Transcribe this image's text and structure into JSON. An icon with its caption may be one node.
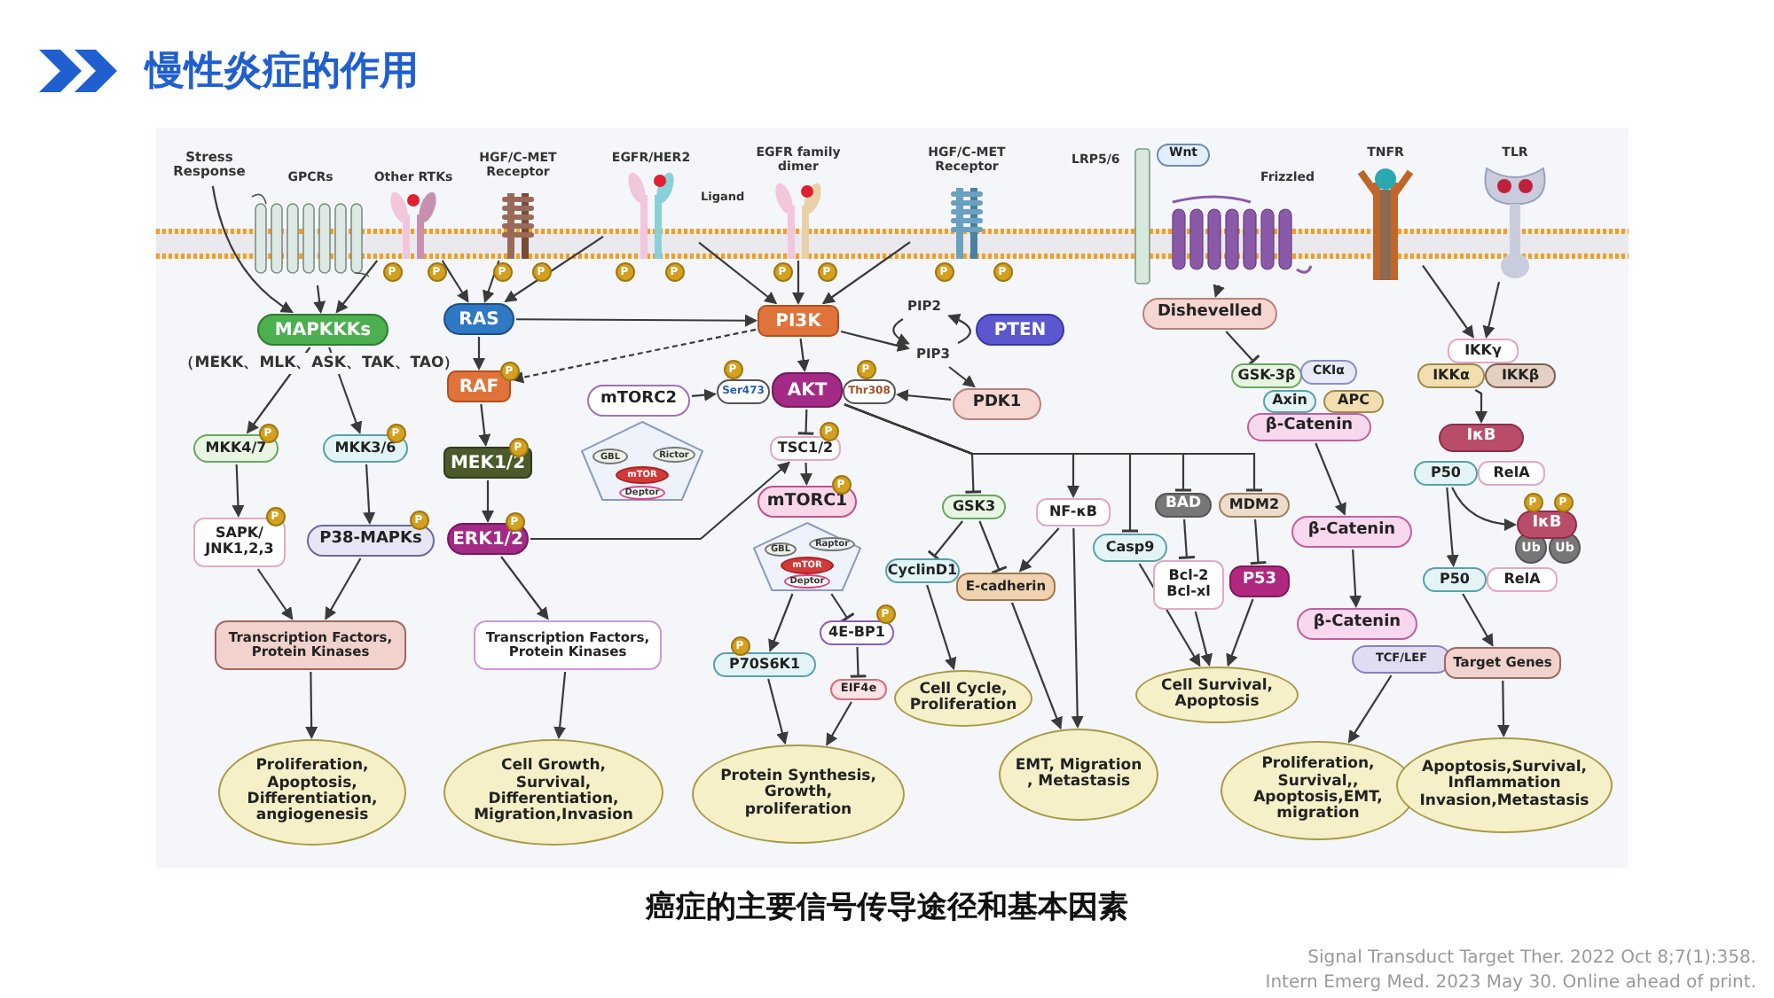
{
  "diagram": {
    "title": "慢性炎症的作用",
    "caption": "癌症的主要信号传导途径和基本因素",
    "nodes": [
      {
        "text": [
          "Stress Response"
        ]
      },
      {
        "text": [
          "GPCRs"
        ]
      },
      {
        "text": [
          "Other RTKs"
        ],
        "beside": [
          "P",
          "P"
        ]
      },
      {
        "text": [
          "HGF/C-MET Receptor"
        ],
        "beside": [
          "P",
          "P"
        ]
      },
      {
        "text": [
          "EGFR/HER2"
        ],
        "beside": [
          "Ligand",
          "P",
          "P"
        ]
      },
      {
        "text": [
          "EGFR family dimer"
        ],
        "beside": [
          "P",
          "P"
        ]
      },
      {
        "text": [
          "HGF/C-MET Receptor"
        ],
        "beside": [
          "P",
          "P"
        ]
      },
      {
        "text": [
          "LRP5/6"
        ]
      },
      {
        "text": [
          "Wnt"
        ]
      },
      {
        "text": [
          "Frizzled"
        ]
      },
      {
        "text": [
          "TNFR"
        ]
      },
      {
        "text": [
          "TLR"
        ]
      },
      {
        "text": [
          "MAPKKKs"
        ]
      },
      {
        "text": [
          "RAS"
        ]
      },
      {
        "text": [
          "PI3K"
        ]
      },
      {
        "text": [
          "PIP2"
        ]
      },
      {
        "text": [
          "PIP3"
        ]
      },
      {
        "text": [
          "PTEN"
        ]
      },
      {
        "text": [
          "RAF"
        ],
        "beside": [
          "P"
        ]
      },
      {
        "text": [
          "mTORC2"
        ]
      },
      {
        "text": [
          "GBL",
          "Rictor",
          "mTOR",
          "Deptor"
        ]
      },
      {
        "text": [
          "Ser473"
        ],
        "beside": [
          "P"
        ]
      },
      {
        "text": [
          "AKT"
        ]
      },
      {
        "text": [
          "Thr308"
        ],
        "beside": [
          "P"
        ]
      },
      {
        "text": [
          "PDK1"
        ]
      },
      {
        "text": [
          "MKK4/7"
        ],
        "beside": [
          "P"
        ]
      },
      {
        "text": [
          "MKK3/6"
        ],
        "beside": [
          "P"
        ]
      },
      {
        "text": [
          "MEK1/2"
        ],
        "beside": [
          "P"
        ]
      },
      {
        "text": [
          "TSC1/2"
        ],
        "beside": [
          "P"
        ]
      },
      {
        "text": [
          "SAPK/ JNK1,2,3"
        ],
        "beside": [
          "P"
        ]
      },
      {
        "text": [
          "P38-MAPKs"
        ],
        "beside": [
          "P"
        ]
      },
      {
        "text": [
          "ERK1/2"
        ],
        "beside": [
          "P"
        ]
      },
      {
        "text": [
          "mTORC1"
        ],
        "beside": [
          "P"
        ]
      },
      {
        "text": [
          "Raptor",
          "GBL",
          "mTOR",
          "Deptor"
        ]
      },
      {
        "text": [
          "GSK3"
        ]
      },
      {
        "text": [
          "NF-κB"
        ]
      },
      {
        "text": [
          "BAD"
        ]
      },
      {
        "text": [
          "MDM2"
        ]
      },
      {
        "text": [
          "Casp9"
        ]
      },
      {
        "text": [
          "CyclinD1"
        ]
      },
      {
        "text": [
          "E-cadherin"
        ]
      },
      {
        "text": [
          "Bcl-2 Bcl-xl"
        ]
      },
      {
        "text": [
          "P53"
        ]
      },
      {
        "text": [
          "4E-BP1"
        ],
        "beside": [
          "P"
        ]
      },
      {
        "text": [
          "P70S6K1"
        ],
        "beside": [
          "P"
        ]
      },
      {
        "text": [
          "EIF4e"
        ]
      },
      {
        "text": [
          "Transcription Factors, Protein Kinases"
        ]
      },
      {
        "text": [
          "Transcription Factors, Protein Kinases"
        ]
      },
      {
        "text": [
          "Cell Cycle, Proliferation"
        ]
      },
      {
        "text": [
          "Cell Survival, Apoptosis"
        ]
      },
      {
        "text": [
          "Proliferation, Apoptosis, Differentiation, angiogenesis"
        ]
      },
      {
        "text": [
          "Cell Growth, Survival, Differentiation, Migration,Invasion"
        ]
      },
      {
        "text": [
          "Protein Synthesis, Growth, proliferation"
        ]
      },
      {
        "text": [
          "EMT, Migration , Metastasis"
        ]
      },
      {
        "text": [
          "Proliferation, Survival,, Apoptosis,EMT, migration"
        ]
      },
      {
        "text": [
          "Apoptosis,Survival, Inflammation Invasion,Metastasis"
        ]
      },
      {
        "text": [
          "Dishevelled"
        ]
      },
      {
        "text": [
          "GSK-3β"
        ]
      },
      {
        "text": [
          "CKIα"
        ]
      },
      {
        "text": [
          "Axin"
        ]
      },
      {
        "text": [
          "APC"
        ]
      },
      {
        "text": [
          "β-Catenin"
        ]
      },
      {
        "text": [
          "β-Catenin"
        ]
      },
      {
        "text": [
          "β-Catenin"
        ]
      },
      {
        "text": [
          "TCF/LEF"
        ]
      },
      {
        "text": [
          "IKKγ"
        ]
      },
      {
        "text": [
          "IKKα"
        ]
      },
      {
        "text": [
          "IKKβ"
        ]
      },
      {
        "text": [
          "IκB"
        ]
      },
      {
        "text": [
          "P50"
        ]
      },
      {
        "text": [
          "RelA"
        ]
      },
      {
        "text": [
          "IκB"
        ],
        "beside": [
          "P",
          "P",
          "Ub",
          "Ub"
        ]
      },
      {
        "text": [
          "P50"
        ]
      },
      {
        "text": [
          "RelA"
        ]
      },
      {
        "text": [
          "Target Genes"
        ]
      }
    ],
    "edges": [
      {
        "from": 0,
        "to": 12,
        "arrow": "to"
      },
      {
        "from": 1,
        "to": 12,
        "arrow": "to"
      },
      {
        "from": 2,
        "to": 12,
        "arrow": "to"
      },
      {
        "from": 2,
        "to": 13,
        "arrow": "to"
      },
      {
        "from": 3,
        "to": 13,
        "arrow": "to"
      },
      {
        "from": 4,
        "to": 13,
        "arrow": "to"
      },
      {
        "from": 4,
        "to": 14,
        "arrow": "to"
      },
      {
        "from": 5,
        "to": 14,
        "arrow": "to"
      },
      {
        "from": 6,
        "to": 14,
        "arrow": "to"
      },
      {
        "from": 13,
        "to": 14,
        "arrow": "to"
      },
      {
        "from": 13,
        "to": 18,
        "arrow": "to"
      },
      {
        "from": 14,
        "to": 18,
        "arrow": "to",
        "style": "dashed"
      },
      {
        "from": 14,
        "to": 16,
        "arrow": "to"
      },
      {
        "from": 15,
        "to": 16,
        "arrow": "to"
      },
      {
        "from": 16,
        "to": 15,
        "arrow": "to"
      },
      {
        "from": 16,
        "to": 24,
        "arrow": "to"
      },
      {
        "from": 14,
        "to": 22,
        "arrow": "to"
      },
      {
        "from": 24,
        "to": 23,
        "arrow": "to"
      },
      {
        "from": 19,
        "to": 21,
        "arrow": "to"
      },
      {
        "from": 22,
        "to": 28,
        "arrow": "other"
      },
      {
        "from": 28,
        "to": 32,
        "arrow": "to"
      },
      {
        "from": 31,
        "to": 28,
        "arrow": "to"
      },
      {
        "from": 12,
        "to": 25,
        "arrow": "to"
      },
      {
        "from": 12,
        "to": 26,
        "arrow": "to"
      },
      {
        "from": 25,
        "to": 29,
        "arrow": "to"
      },
      {
        "from": 26,
        "to": 30,
        "arrow": "to"
      },
      {
        "from": 29,
        "to": 46,
        "arrow": "to"
      },
      {
        "from": 30,
        "to": 46,
        "arrow": "to"
      },
      {
        "from": 46,
        "to": 50,
        "arrow": "to"
      },
      {
        "from": 18,
        "to": 27,
        "arrow": "to"
      },
      {
        "from": 27,
        "to": 31,
        "arrow": "to"
      },
      {
        "from": 31,
        "to": 47,
        "arrow": "to"
      },
      {
        "from": 47,
        "to": 51,
        "arrow": "to"
      },
      {
        "from": 33,
        "to": 44,
        "arrow": "to"
      },
      {
        "from": 33,
        "to": 43,
        "arrow": "other"
      },
      {
        "from": 43,
        "to": 45,
        "arrow": "other"
      },
      {
        "from": 44,
        "to": 52,
        "arrow": "to"
      },
      {
        "from": 45,
        "to": 52,
        "arrow": "to"
      },
      {
        "from": 22,
        "to": 34,
        "arrow": "other"
      },
      {
        "from": 22,
        "to": 35,
        "arrow": "to"
      },
      {
        "from": 22,
        "to": 38,
        "arrow": "other"
      },
      {
        "from": 22,
        "to": 36,
        "arrow": "other"
      },
      {
        "from": 22,
        "to": 37,
        "arrow": "other"
      },
      {
        "from": 34,
        "to": 39,
        "arrow": "other"
      },
      {
        "from": 34,
        "to": 40,
        "arrow": "other"
      },
      {
        "from": 35,
        "to": 40,
        "arrow": "to"
      },
      {
        "from": 35,
        "to": 53,
        "arrow": "to"
      },
      {
        "from": 40,
        "to": 53,
        "arrow": "to"
      },
      {
        "from": 39,
        "to": 48,
        "arrow": "to"
      },
      {
        "from": 38,
        "to": 49,
        "arrow": "to"
      },
      {
        "from": 36,
        "to": 41,
        "arrow": "other"
      },
      {
        "from": 37,
        "to": 42,
        "arrow": "other"
      },
      {
        "from": 41,
        "to": 49,
        "arrow": "to"
      },
      {
        "from": 42,
        "to": 49,
        "arrow": "to"
      },
      {
        "from": 9,
        "to": 56,
        "arrow": "to"
      },
      {
        "from": 56,
        "to": 57,
        "arrow": "other"
      },
      {
        "from": 61,
        "to": 62,
        "arrow": "to"
      },
      {
        "from": 62,
        "to": 63,
        "arrow": "to"
      },
      {
        "from": 64,
        "to": 54,
        "arrow": "to"
      },
      {
        "from": 10,
        "to": 65,
        "arrow": "to"
      },
      {
        "from": 11,
        "to": 65,
        "arrow": "to"
      },
      {
        "from": 66,
        "to": 68,
        "arrow": "to"
      },
      {
        "from": 69,
        "to": 71,
        "arrow": "to"
      },
      {
        "from": 69,
        "to": 72,
        "arrow": "to"
      },
      {
        "from": 74,
        "to": 55,
        "arrow": "to"
      },
      {
        "from": 72,
        "to": 74,
        "arrow": "to"
      }
    ],
    "labels": [
      "（MEKK、MLK、ASK、TAK、TAO）",
      "Signal Transduct Target Ther. 2022 Oct 8;7(1):358.",
      "Intern Emerg Med. 2023 May 30. Online ahead of print."
    ]
  }
}
